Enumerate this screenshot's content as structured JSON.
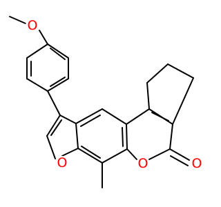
{
  "molecule": {
    "atoms": {
      "methoxy_oxygen": {
        "label": "O",
        "color": "#ff0000"
      },
      "furan_oxygen": {
        "label": "O",
        "color": "#ff0000"
      },
      "lactone_ring_oxygen": {
        "label": "O",
        "color": "#ff0000"
      },
      "carbonyl_oxygen": {
        "label": "O",
        "color": "#ff0000"
      }
    },
    "bond_color": "#000000",
    "background": "#ffffff"
  }
}
